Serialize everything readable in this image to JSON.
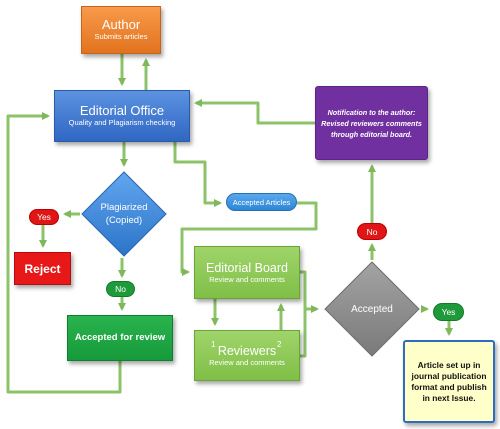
{
  "author": {
    "title": "Author",
    "subtitle": "Submits articles"
  },
  "editorial_office": {
    "title": "Editorial Office",
    "subtitle": "Quality and Plagiarism checking"
  },
  "notification": {
    "lines": [
      "Notification to the author:",
      "Revised reviewers comments",
      "through editorial board."
    ]
  },
  "plagiarized": {
    "lines": [
      "Plagiarized",
      "(Copied)"
    ]
  },
  "plag_yes": "Yes",
  "plag_no": "No",
  "reject": "Reject",
  "accepted_for_review": "Accepted for review",
  "accepted_articles": "Accepted Articles",
  "editorial_board": {
    "title": "Editorial Board",
    "subtitle": "Review and comments"
  },
  "reviewers": {
    "title": "Reviewers",
    "subtitle": "Review and comments",
    "sup_left": "1",
    "sup_right": "2"
  },
  "accepted": "Accepted",
  "accepted_no": "No",
  "accepted_yes": "Yes",
  "publish": {
    "lines": [
      "Article set up in",
      "journal publication",
      "format and publish",
      "in next Issue."
    ]
  },
  "colors": {
    "arrow": "#8cc36a",
    "author": "#f0883a",
    "editorial_office": "#3f7ad4",
    "notification": "#7030a0",
    "plagiarized": "#3a82d6",
    "reject": "#e81818",
    "accepted_for_review": "#1ea844",
    "editorial_board": "#8cc857",
    "accepted_diamond": "#8c8c8c",
    "publish_fill": "#ffffc9",
    "publish_border": "#2f6cc0"
  }
}
